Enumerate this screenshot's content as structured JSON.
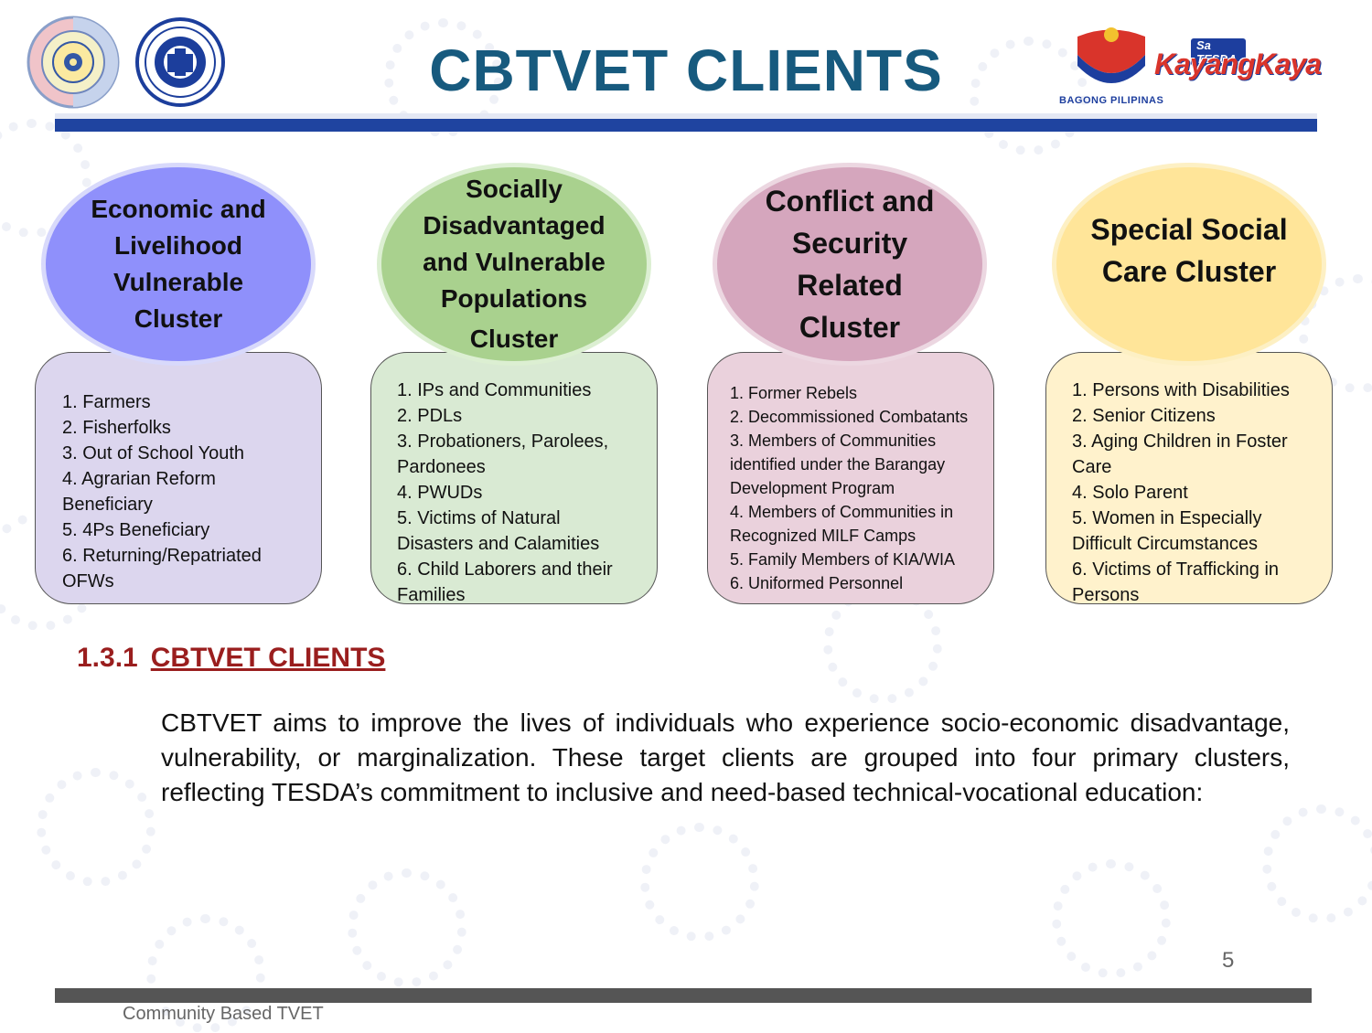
{
  "header": {
    "title": "CBTVET CLIENTS",
    "tagline_top": "Sa TESDA,",
    "tagline_main": "KayangKaya",
    "bagong": "BAGONG PILIPINAS"
  },
  "clusters": [
    {
      "title_lines": [
        "Economic and",
        "Livelihood",
        "Vulnerable",
        "Cluster"
      ],
      "items": [
        "1. Farmers",
        "2. Fisherfolks",
        "3. Out of School Youth",
        "4. Agrarian Reform",
        "Beneficiary",
        "5. 4Ps Beneficiary",
        "6. Returning/Repatriated",
        "OFWs"
      ],
      "oval_color": "#8f90fb",
      "box_color": "#dcd6ee"
    },
    {
      "title_lines": [
        "Socially",
        "Disadvantaged",
        "and Vulnerable",
        "Populations",
        "Cluster"
      ],
      "items": [
        "1. IPs and Communities",
        "2. PDLs",
        "3. Probationers, Parolees,",
        "Pardonees",
        "4. PWUDs",
        "5. Victims of Natural",
        "Disasters and Calamities",
        "6. Child Laborers and their",
        "Families"
      ],
      "oval_color": "#a9d18e",
      "box_color": "#d9ead3"
    },
    {
      "title_lines": [
        "Conflict and",
        "Security",
        "Related",
        "Cluster"
      ],
      "items": [
        "1. Former Rebels",
        "2. Decommissioned Combatants",
        "3. Members of Communities",
        "identified under the Barangay",
        "Development Program",
        "4. Members of Communities in",
        "Recognized MILF Camps",
        "5. Family Members of KIA/WIA",
        "6. Uniformed Personnel"
      ],
      "oval_color": "#d5a6bd",
      "box_color": "#ead1dc"
    },
    {
      "title_lines": [
        "Special Social",
        "Care Cluster"
      ],
      "items": [
        "1. Persons with Disabilities",
        "2. Senior Citizens",
        "3. Aging Children in Foster",
        "Care",
        "4. Solo Parent",
        "5. Women in Especially",
        "Difficult Circumstances",
        "6. Victims of Trafficking in",
        "Persons"
      ],
      "oval_color": "#ffe599",
      "box_color": "#fff2cc"
    }
  ],
  "section": {
    "number": "1.3.1",
    "heading": "CBTVET CLIENTS"
  },
  "paragraph": "CBTVET aims to improve the lives of individuals who experience socio-economic disadvantage, vulnerability, or marginalization. These target clients are grouped into four primary clusters, reflecting TESDA’s commitment to inclusive and need-based technical-vocational education:",
  "footer": {
    "page_number": "5",
    "label": "Community Based TVET"
  }
}
